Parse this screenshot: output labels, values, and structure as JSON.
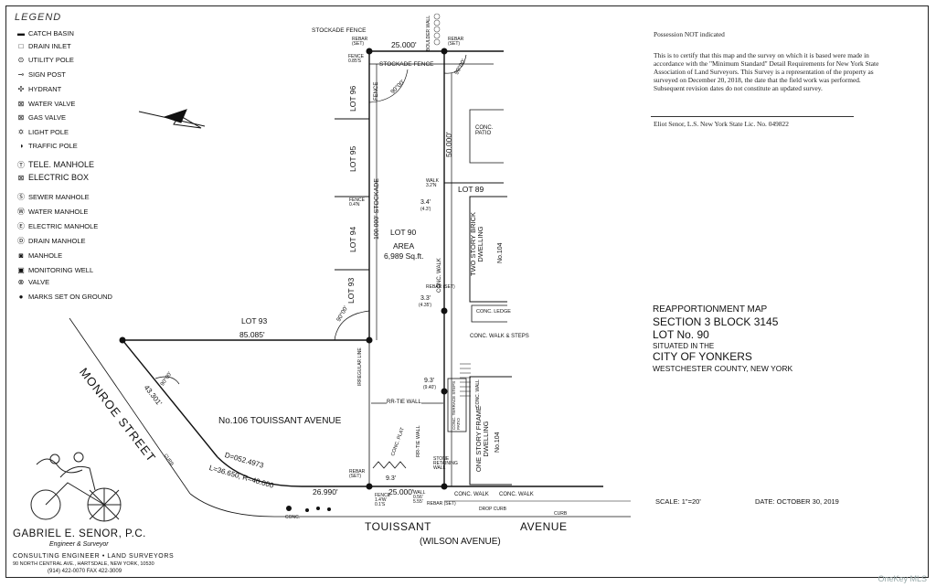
{
  "legend": {
    "title": "LEGEND",
    "items": [
      {
        "label": "CATCH BASIN",
        "icon": "catch-basin-icon"
      },
      {
        "label": "DRAIN INLET",
        "icon": "drain-inlet-icon"
      },
      {
        "label": "UTILITY POLE",
        "icon": "utility-pole-icon"
      },
      {
        "label": "SIGN POST",
        "icon": "sign-post-icon"
      },
      {
        "label": "HYDRANT",
        "icon": "hydrant-icon"
      },
      {
        "label": "WATER VALVE",
        "icon": "water-valve-icon"
      },
      {
        "label": "GAS VALVE",
        "icon": "gas-valve-icon"
      },
      {
        "label": "LIGHT POLE",
        "icon": "light-pole-icon"
      },
      {
        "label": "TRAFFIC POLE",
        "icon": "traffic-pole-icon"
      },
      {
        "label": "TELE. MANHOLE",
        "icon": "tele-manhole-icon"
      },
      {
        "label": "ELECTRIC BOX",
        "icon": "electric-box-icon"
      },
      {
        "label": "SEWER MANHOLE",
        "icon": "sewer-manhole-icon"
      },
      {
        "label": "WATER MANHOLE",
        "icon": "water-manhole-icon"
      },
      {
        "label": "ELECTRIC MANHOLE",
        "icon": "electric-manhole-icon"
      },
      {
        "label": "DRAIN MANHOLE",
        "icon": "drain-manhole-icon"
      },
      {
        "label": "MANHOLE",
        "icon": "manhole-icon"
      },
      {
        "label": "MONITORING WELL",
        "icon": "monitoring-well-icon"
      },
      {
        "label": "VALVE",
        "icon": "valve-icon"
      },
      {
        "label": "MARKS SET ON GROUND",
        "icon": "ground-mark-icon"
      }
    ]
  },
  "certification": {
    "possession": "Possession NOT indicated",
    "lines": [
      "This is to certify that this map and the survey on which it is based were made in",
      "accordance with the \"Minimum Standard\" Detail Requirements for New York State",
      "Association of Land Surveyors.  This Survey is a representation of the property as",
      "surveyed on December 20, 2018, the date that the field work was performed.",
      "Subsequent revision dates do not constitute an updated survey."
    ],
    "signature": "Eliot Senor, L.S. New York State Lic. No. 049822"
  },
  "title_block": {
    "line1": "REAPPORTIONMENT MAP",
    "line2": "SECTION 3 BLOCK 3145",
    "line3": "LOT No. 90",
    "line4": "SITUATED IN THE",
    "line5": "CITY OF YONKERS",
    "line6": "WESTCHESTER COUNTY,   NEW YORK"
  },
  "scale": "SCALE: 1\"=20'",
  "date": "DATE: OCTOBER 30, 2019",
  "company": {
    "name": "GABRIEL E. SENOR, P.C.",
    "subtitle": "Engineer & Surveyor",
    "services": "CONSULTING ENGINEER • LAND SURVEYORS",
    "address": "90 NORTH CENTRAL AVE., HARTSDALE, NEW YORK, 10530",
    "phone": "(914) 422-0070     FAX 422-3009"
  },
  "plan": {
    "stockade_fence_top": "STOCKADE FENCE",
    "stockade_fence": "STOCKADE FENCE",
    "boulder_wall": "BOULDER WALL",
    "top_dim": "25.000'",
    "rebar_set": "REBAR (SET)",
    "fence_top": "FENCE 0.85'S",
    "angle": "90°00'",
    "lot96": "LOT 96",
    "lot95": "LOT 95",
    "lot94": "LOT 94",
    "lot93_v": "LOT 93",
    "lot93_h": "LOT 93",
    "lot93_dim": "85.085'",
    "lot89": "LOT 89",
    "lot90": "LOT 90",
    "area_label": "AREA",
    "area_value": "6,989 Sq.ft.",
    "fence_mid": "FENCE 0.4'N",
    "stockade_v": "100.000' STOCKADE",
    "fence_v": "FENCE",
    "right_dim": "50.000'",
    "conc_patio": "CONC. PATIO",
    "walk": "WALK 3.2'N",
    "conc_walk": "CONC. WALK",
    "dim_34": "3.4'",
    "dim_43": "(4.3')",
    "dim_33": "3.3'",
    "dim_435": "(4.35')",
    "dim_93": "9.3'",
    "dim_940": "(9.40')",
    "brick_dwelling": "TWO STORY BRICK DWELLING",
    "no104a": "No.104",
    "conc_ledge": "CONC. LEDGE",
    "conc_walk_steps": "CONC. WALK & STEPS",
    "irregular_line": "IRREGULAR LINE",
    "rr_tie_wall": "RR-TIE   WALL",
    "house_address": "No.106 TOUISSANT AVENUE",
    "conc_plat": "CONC. PLAT",
    "rr_tie_wall_v": "RR-TIE WALL",
    "stone_wall": "STONE RETAINING WALL",
    "frame_dwelling": "ONE STORY FRAME DWELLING",
    "no104b": "No.104",
    "conc_terrace": "CONC. TERRACE STEPS PATIO",
    "conc_wall": "CONC. WALL",
    "monroe_street": "MONROE STREET",
    "monroe_dim": "43.301'",
    "curve_d": "D=052.4973",
    "curve_lr": "L=36.650, R=40.000",
    "bottom_dim_left": "26.990'",
    "bottom_dim_right": "25.000'",
    "dim_bottom_93": "9.3'",
    "fence_bottom": "FENCE 1.4'W 0.1'S",
    "wall_bottom": "WALL 0.56' 5.55'",
    "conc_walk_bottom": "CONC. WALK",
    "conc_walk_bottom2": "CONC. WALK",
    "drop_curb": "DROP CURB",
    "curb": "CURB",
    "curb2": "CURB",
    "conc": "CONC.",
    "touissant": "TOUISSANT",
    "avenue": "AVENUE",
    "wilson": "(WILSON AVENUE)"
  },
  "watermark": "OneKey MLS"
}
